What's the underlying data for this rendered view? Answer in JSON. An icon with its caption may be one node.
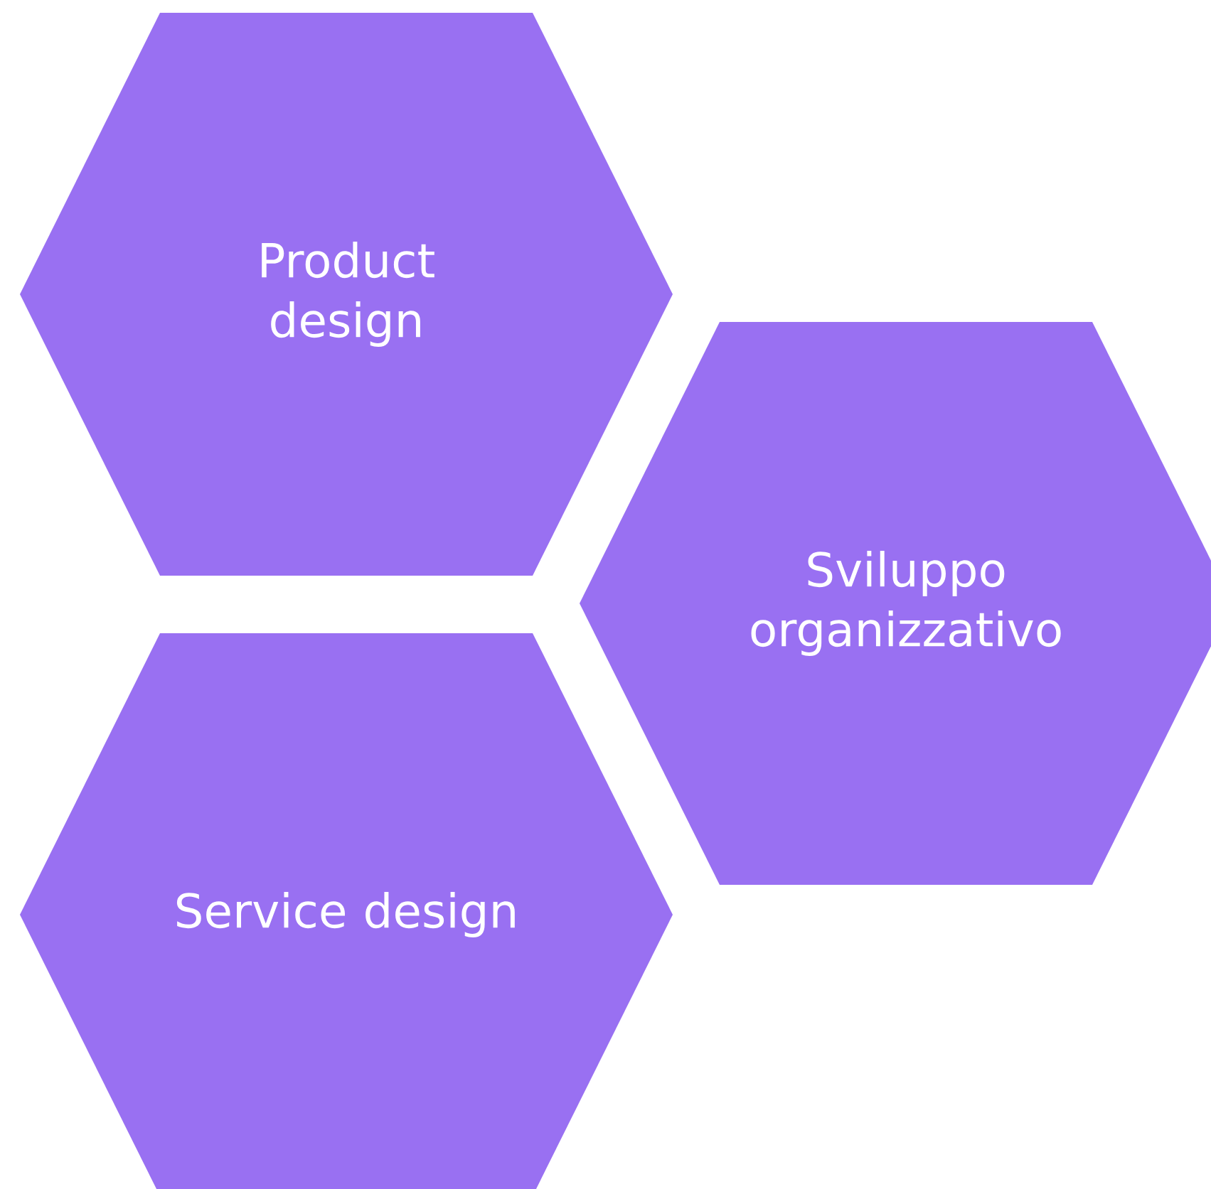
{
  "diagram": {
    "nodes": [
      {
        "text": [
          "Product design"
        ]
      },
      {
        "text": [
          "Sviluppo organizzativo"
        ]
      },
      {
        "text": [
          "Service design"
        ]
      }
    ]
  }
}
